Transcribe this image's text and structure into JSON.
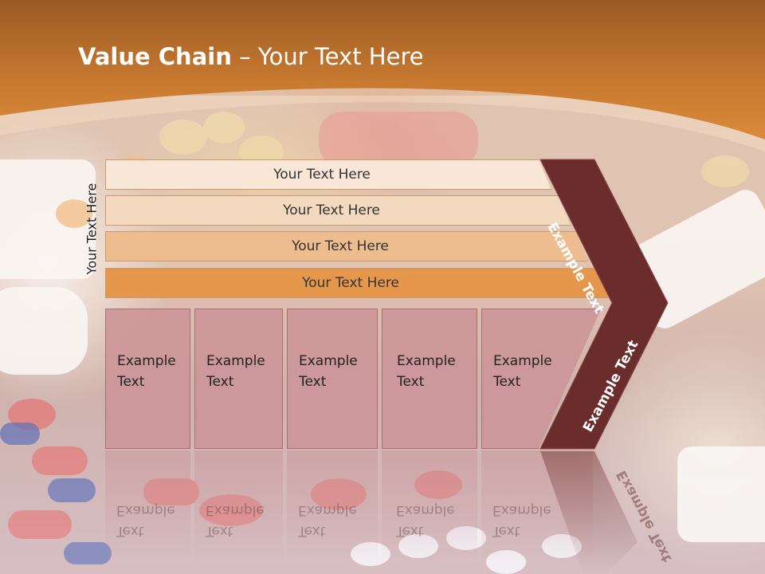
{
  "slide": {
    "title_bold": "Value Chain",
    "title_rest": " – Your Text Here",
    "side_label": "Your Text Here"
  },
  "bars": [
    {
      "label": "Your Text Here"
    },
    {
      "label": "Your Text Here"
    },
    {
      "label": "Your Text Here"
    },
    {
      "label": "Your Text Here"
    }
  ],
  "boxes": [
    {
      "line1": "Example",
      "line2": "Text"
    },
    {
      "line1": "Example",
      "line2": "Text"
    },
    {
      "line1": "Example",
      "line2": "Text"
    },
    {
      "line1": "Example",
      "line2": "Text"
    },
    {
      "line1": "Example",
      "line2": "Text"
    }
  ],
  "chevron": {
    "upper_label": "Example Text",
    "lower_label": "Example Text",
    "color": "#6b2c2c"
  },
  "colors": {
    "header": "#d07f2e",
    "bar_top": "#f8e6d6",
    "bar_bottom": "#e5984c",
    "box": "#cc9699"
  }
}
